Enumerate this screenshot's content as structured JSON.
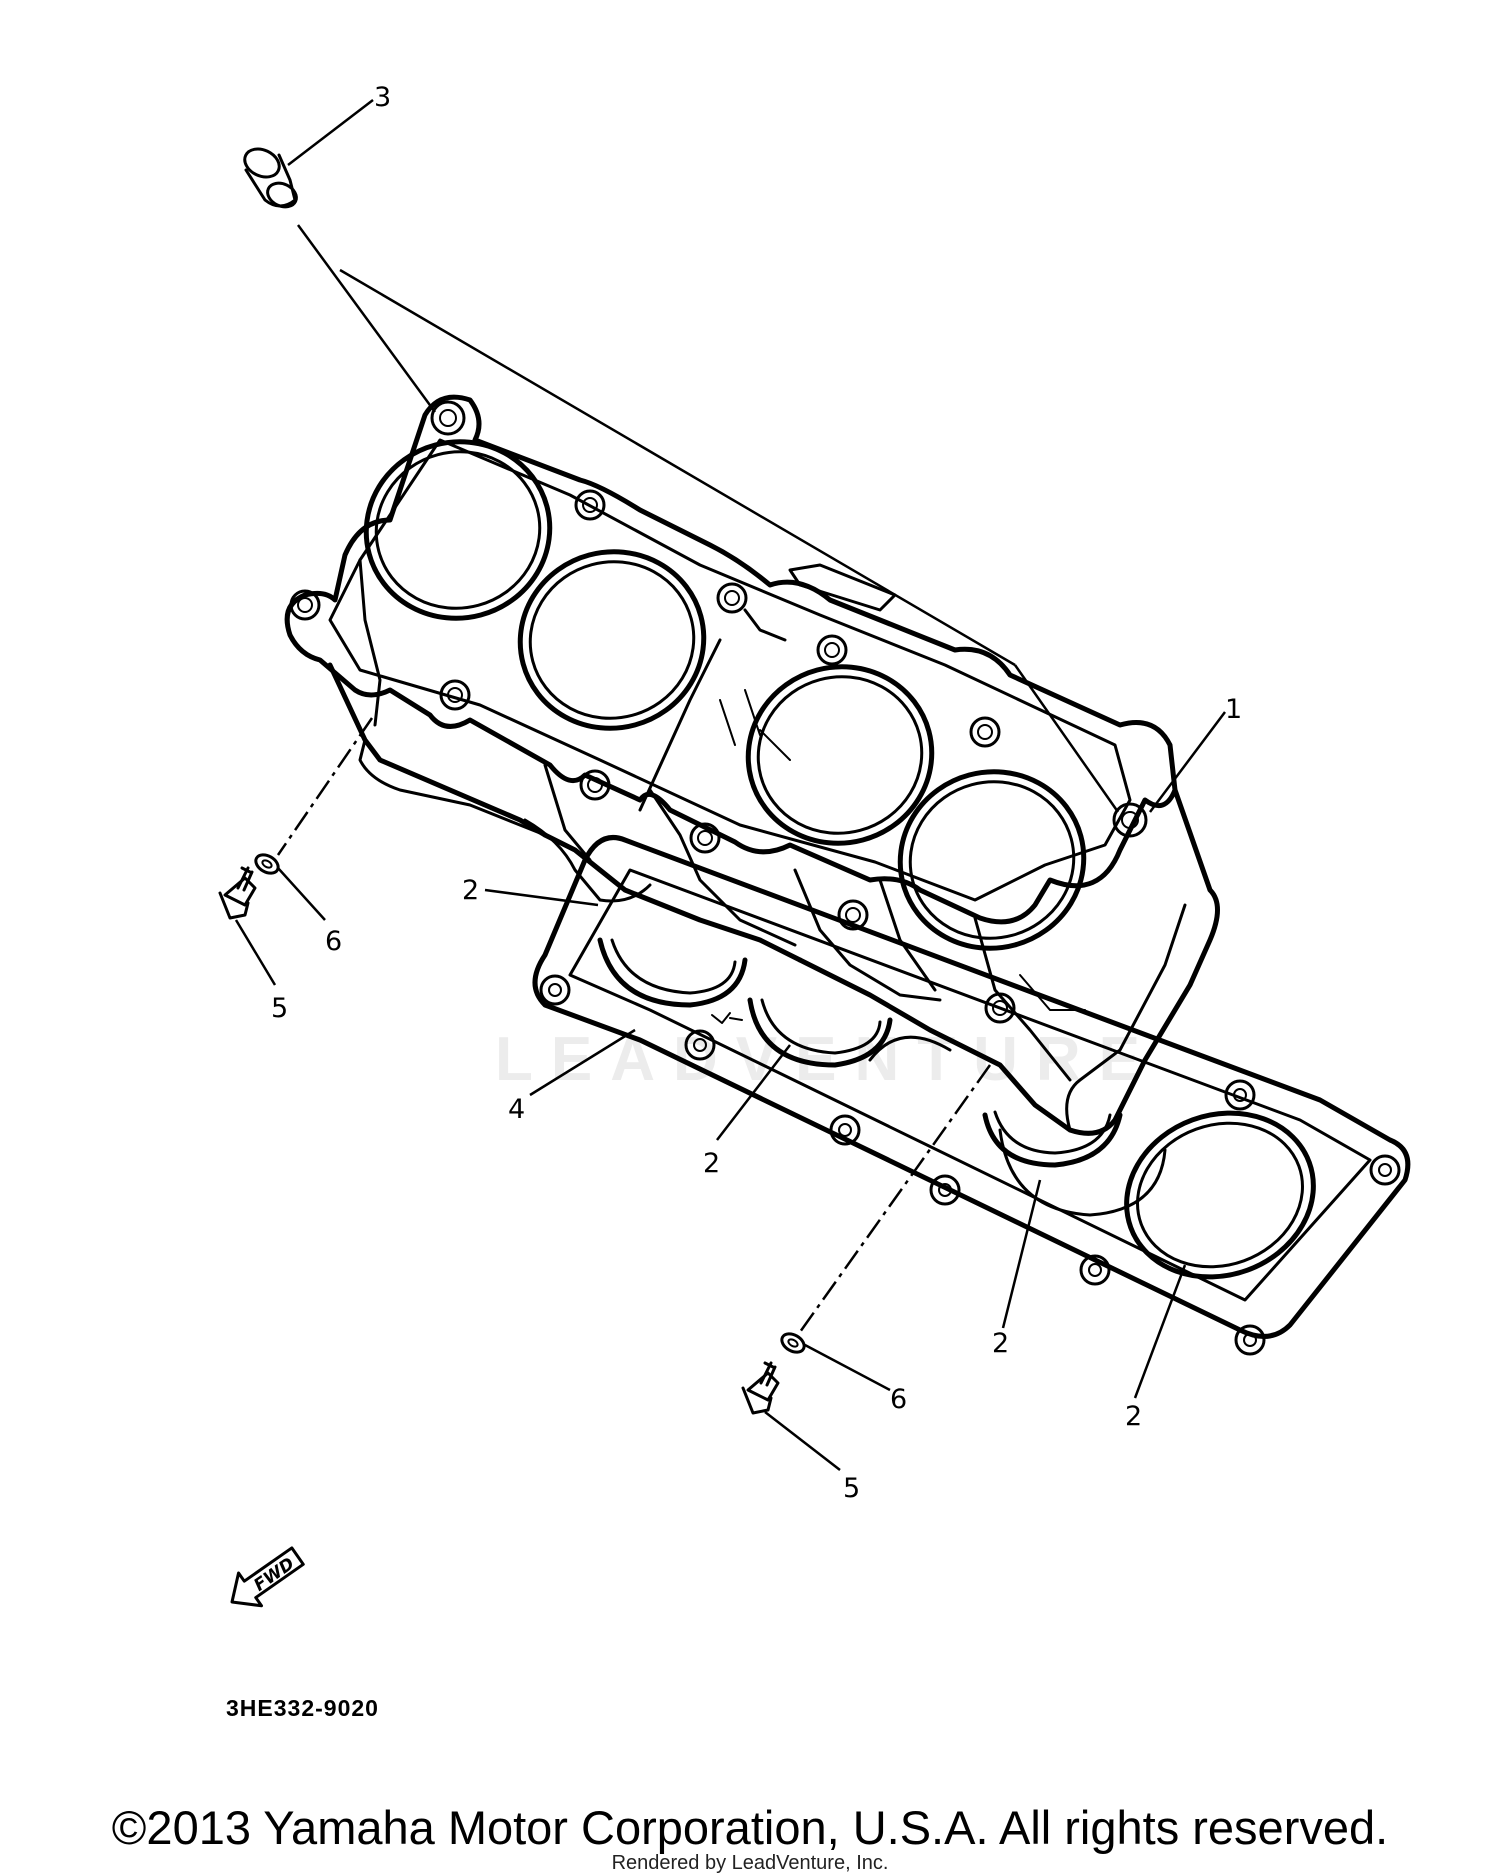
{
  "callouts": {
    "c1": "1",
    "c2a": "2",
    "c2b": "2",
    "c2c": "2",
    "c2d": "2",
    "c3": "3",
    "c4": "4",
    "c5a": "5",
    "c5b": "5",
    "c6a": "6",
    "c6b": "6"
  },
  "fwd_label": "FWD",
  "part_code": "3HE332-9020",
  "watermark": "LEADVENTURE",
  "copyright": "©2013 Yamaha Motor Corporation, U.S.A. All rights reserved.",
  "rendered_by": "Rendered by LeadVenture, Inc."
}
